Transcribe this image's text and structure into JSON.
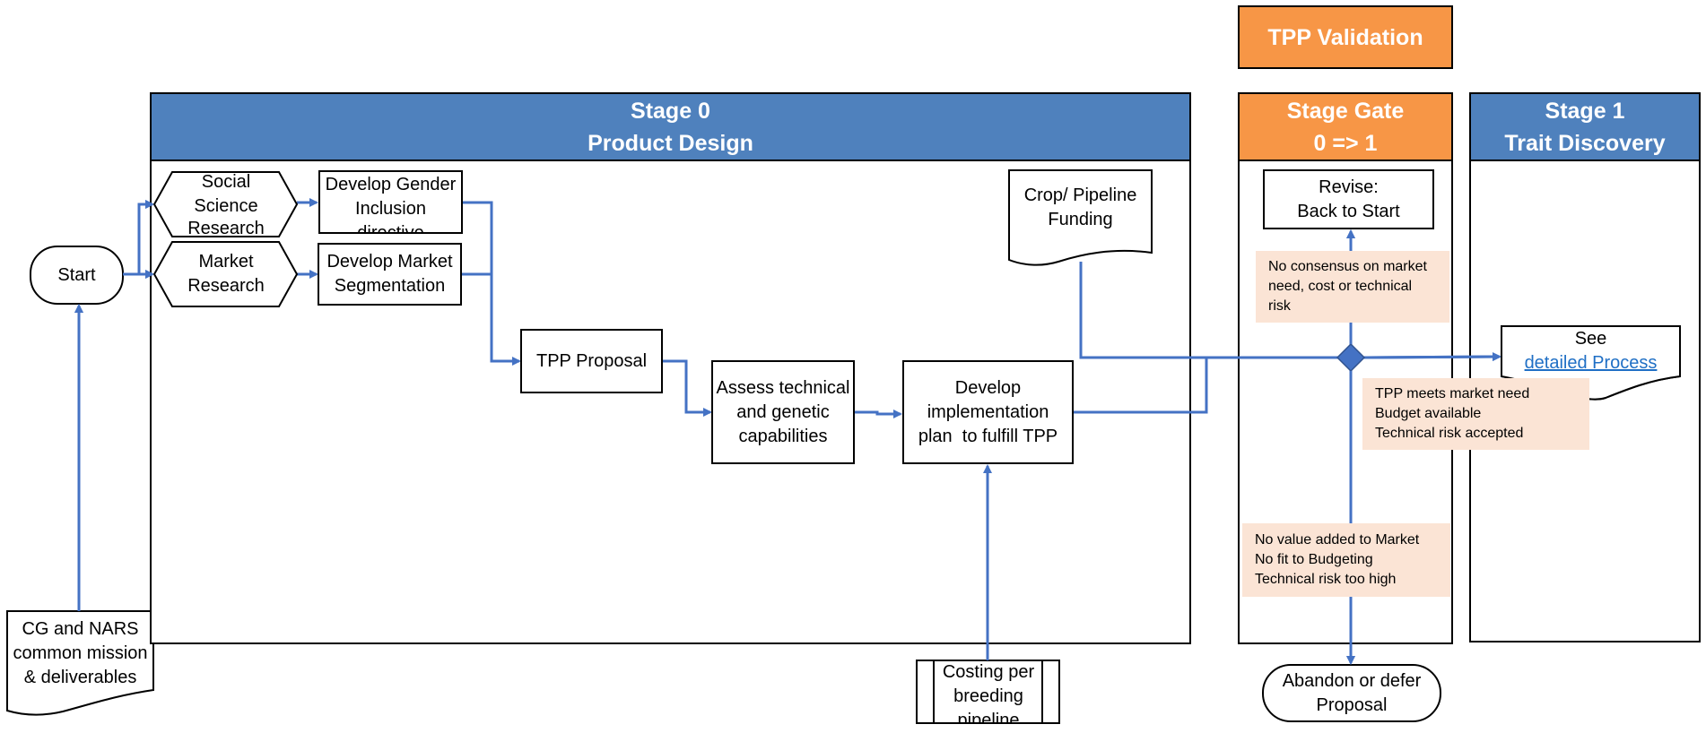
{
  "validation": {
    "label": "TPP Validation"
  },
  "lanes": {
    "stage0": {
      "line1": "Stage 0",
      "line2": "Product Design"
    },
    "gate": {
      "line1": "Stage Gate",
      "line2": "0 => 1"
    },
    "stage1": {
      "line1": "Stage 1",
      "line2": "Trait Discovery"
    }
  },
  "nodes": {
    "start": "Start",
    "social": [
      "Social",
      "Science",
      "Research"
    ],
    "market": [
      "Market",
      "Research"
    ],
    "gender": [
      "Develop Gender",
      "Inclusion",
      "directive"
    ],
    "segmentation": [
      "Develop Market",
      "Segmentation"
    ],
    "tpp_proposal": "TPP Proposal",
    "assess": [
      "Assess technical",
      "and genetic",
      "capabilities"
    ],
    "develop_plan": [
      "Develop",
      "implementation",
      "plan  to fulfill TPP"
    ],
    "funding": [
      "Crop/ Pipeline",
      "Funding"
    ],
    "costing": [
      "Costing per",
      "breeding",
      "pipeline"
    ],
    "cg_nars": [
      "CG and NARS",
      "common mission",
      "& deliverables"
    ],
    "revise": [
      "Revise:",
      "Back to Start"
    ],
    "see": {
      "line1": "See",
      "link": "detailed Process"
    },
    "abandon": [
      "Abandon or defer",
      "Proposal"
    ]
  },
  "notes": {
    "no_consensus": [
      "No consensus on market",
      "need, cost or technical",
      "risk"
    ],
    "meets": [
      "TPP meets market need",
      "Budget available",
      "Technical risk accepted"
    ],
    "no_value": [
      "No value added to Market",
      "No fit to Budgeting",
      "Technical risk too high"
    ]
  },
  "colors": {
    "blue_header": "#4f81bd",
    "orange_header": "#f79646",
    "connector": "#4472c4",
    "note_fill": "#fbe4d5",
    "link": "#1f6fc5"
  }
}
